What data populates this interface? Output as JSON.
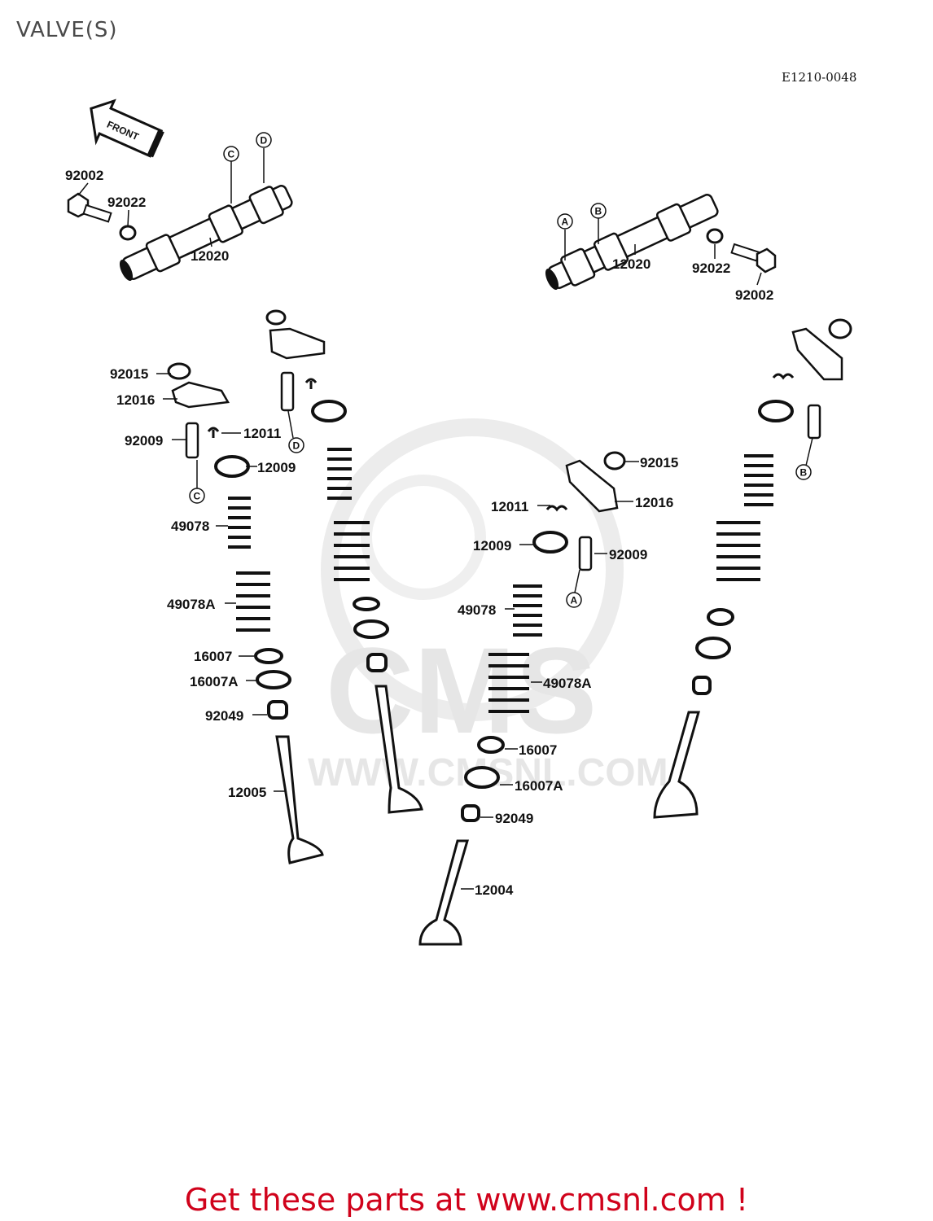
{
  "title": "VALVE(S)",
  "diagram_code": "E1210-0048",
  "front_arrow_label": "FRONT",
  "watermark": {
    "brand": "CMS",
    "url": "WWW.CMSNL.COM"
  },
  "footer": {
    "link_text": "Get these parts at www.cmsnl.com !"
  },
  "ref_markers": {
    "a": "A",
    "b": "B",
    "c": "C",
    "d": "D"
  },
  "parts": {
    "p92002_l": "92002",
    "p92022_l": "92022",
    "p12020_l": "12020",
    "p12020_r": "12020",
    "p92022_r": "92022",
    "p92002_r": "92002",
    "p92015_l": "92015",
    "p12016_l": "12016",
    "p92009_l": "92009",
    "p12011_l": "12011",
    "p12009_l": "12009",
    "p49078_l": "49078",
    "p49078A_l": "49078A",
    "p16007_l": "16007",
    "p16007A_l": "16007A",
    "p92049_l": "92049",
    "p12005": "12005",
    "p92015_r": "92015",
    "p12016_r": "12016",
    "p12011_r": "12011",
    "p12009_r": "12009",
    "p92009_r": "92009",
    "p49078_r": "49078",
    "p49078A_r": "49078A",
    "p16007_r": "16007",
    "p16007A_r": "16007A",
    "p92049_r": "92049",
    "p12004": "12004"
  }
}
